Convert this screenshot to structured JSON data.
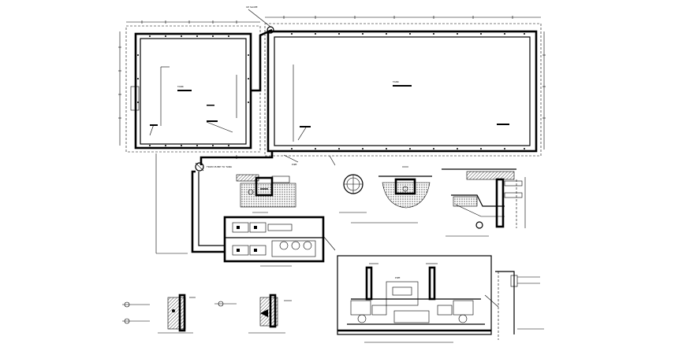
{
  "drawing": {
    "labels": {
      "top_callout": "UP SLOPE",
      "tank_left": "TANK",
      "tank_right": "TANK",
      "pump_note": "PIPE",
      "main_pipe": "FROM PUMP TO TANK",
      "pipe_small": "PIPE"
    }
  }
}
